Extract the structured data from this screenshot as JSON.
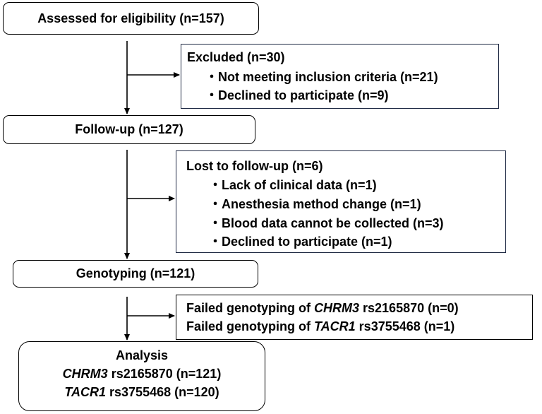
{
  "assessed": {
    "label": "Assessed for eligibility (n=157)"
  },
  "excluded": {
    "title": "Excluded (n=30)",
    "items": [
      "・Not meeting inclusion criteria (n=21)",
      "・Declined to participate (n=9)"
    ]
  },
  "followup": {
    "label": "Follow-up (n=127)"
  },
  "lost": {
    "title": "Lost to follow-up (n=6)",
    "items": [
      "・Lack of clinical data (n=1)",
      "・Anesthesia method change (n=1)",
      "・Blood data cannot be collected (n=3)",
      "・Declined to participate (n=1)"
    ]
  },
  "genotyping": {
    "label": "Genotyping (n=121)"
  },
  "failed": {
    "line1": {
      "prefix": "Failed genotyping of ",
      "gene": "CHRM3",
      "suffix": " rs2165870 (n=0)"
    },
    "line2": {
      "prefix": "Failed genotyping of ",
      "gene": "TACR1",
      "suffix": " rs3755468  (n=1)"
    }
  },
  "analysis": {
    "title": "Analysis",
    "line1": {
      "gene": "CHRM3",
      "suffix": " rs2165870 (n=121)"
    },
    "line2": {
      "gene": "TACR1",
      "suffix": " rs3755468  (n=120)"
    }
  }
}
